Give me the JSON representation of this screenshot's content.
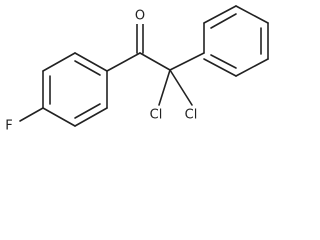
{
  "structure": {
    "atoms": [
      {
        "id": "O1",
        "symbol": "O"
      },
      {
        "id": "F1",
        "symbol": "F"
      },
      {
        "id": "Cl1",
        "symbol": "Cl"
      },
      {
        "id": "Cl2",
        "symbol": "Cl"
      }
    ]
  }
}
